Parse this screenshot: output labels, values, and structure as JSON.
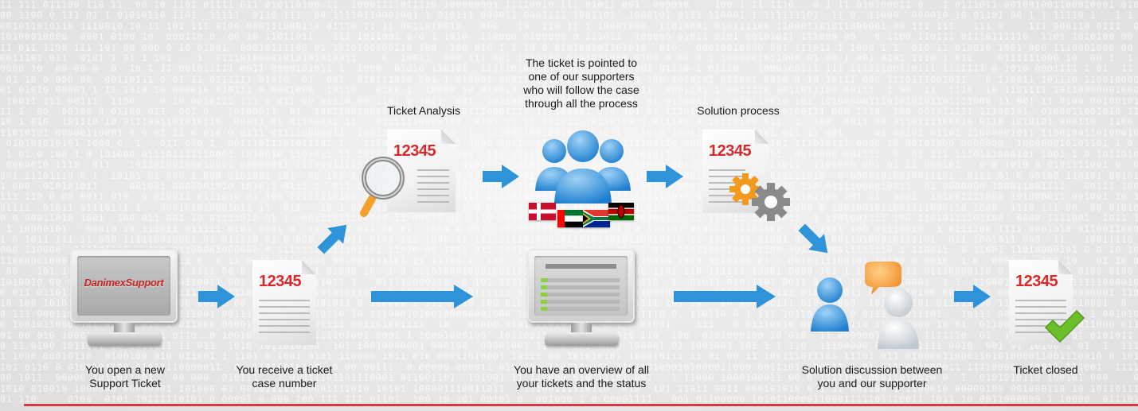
{
  "diagram": {
    "steps": {
      "open_ticket": {
        "label": [
          "You open a new",
          "Support Ticket"
        ],
        "brand": "DanimexSupport"
      },
      "receive_number": {
        "label": [
          "You receive a ticket",
          "case number"
        ],
        "number": "12345"
      },
      "analysis": {
        "label": [
          "Ticket Analysis",
          ""
        ],
        "number": "12345"
      },
      "assigned": {
        "label": [
          "The ticket is pointed to",
          "one of our supporters",
          "who will follow the case",
          "through all the process"
        ],
        "flags": [
          "denmark-flag",
          "uae-flag",
          "south-africa-flag",
          "kenya-flag"
        ]
      },
      "solution_process": {
        "label": [
          "Solution process",
          ""
        ],
        "number": "12345"
      },
      "overview": {
        "label": [
          "You have an overview of all",
          "your tickets and the status"
        ]
      },
      "discussion": {
        "label": [
          "Solution discussion between",
          "you and our supporter"
        ]
      },
      "closed": {
        "label": [
          "Ticket closed",
          ""
        ],
        "number": "12345"
      }
    },
    "colors": {
      "arrow": "#2f93d9",
      "ticket_number": "#d42a2a",
      "accent_line": "#d33a44",
      "check": "#6dbf27",
      "gear_orange": "#f29a1d",
      "gear_grey": "#8a8a8a",
      "magnifier_handle": "#f2a12b",
      "speech_bubble": "#f08a22"
    }
  }
}
